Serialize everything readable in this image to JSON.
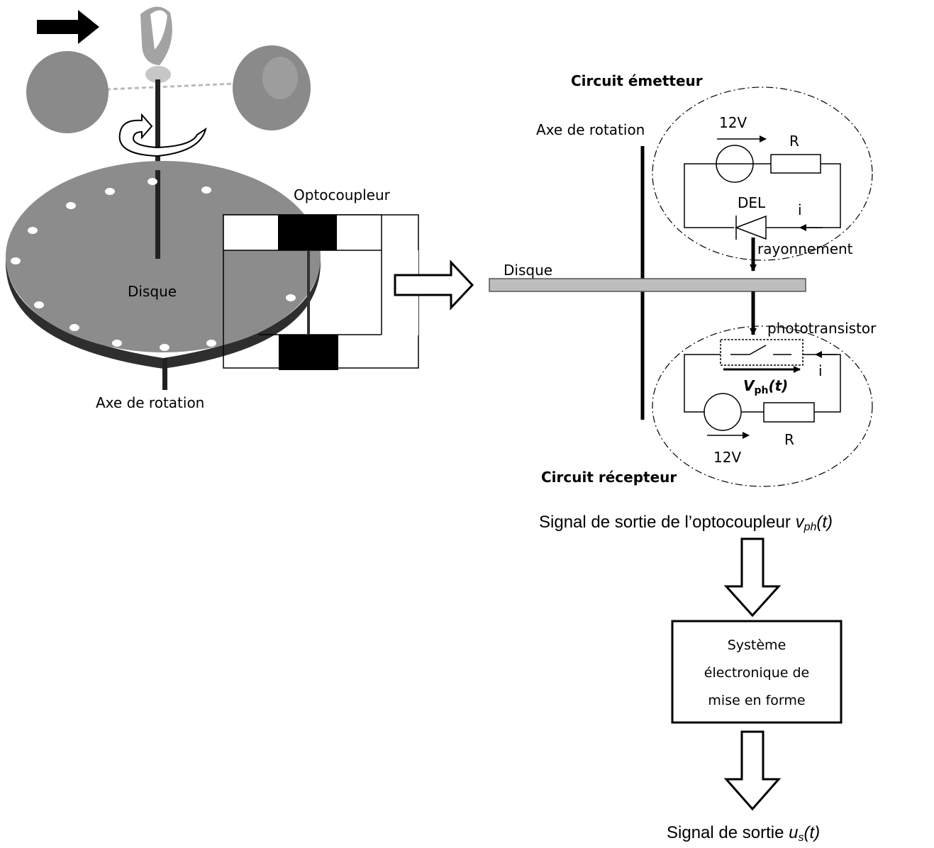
{
  "left": {
    "optocoupler_label": "Optocoupleur",
    "disk_label": "Disque",
    "axis_label": "Axe de rotation"
  },
  "right": {
    "emitter_label": "Circuit émetteur",
    "axis_label": "Axe de rotation",
    "voltage_top": "12V",
    "resistor_top": "R",
    "del_label": "DEL",
    "current_top": "i",
    "radiation_label": "rayonnement",
    "disk_label": "Disque",
    "phototransistor_label": "phototransistor",
    "current_bottom": "i",
    "vph_symbol": "V",
    "vph_subscript": "ph",
    "vph_arg": "(t)",
    "resistor_bottom": "R",
    "voltage_bottom": "12V",
    "receiver_label": "Circuit récepteur"
  },
  "flow": {
    "output_signal_text": "Signal de sortie de l’optocoupleur ",
    "output_signal_symbol": "v",
    "output_signal_sub": "ph",
    "output_signal_arg": "(t)",
    "system_line1": "Système",
    "system_line2": "électronique de",
    "system_line3": "mise en forme",
    "final_text": "Signal de sortie ",
    "final_symbol": "u",
    "final_sub": "s",
    "final_arg": "(t)"
  },
  "colors": {
    "ink": "#000000",
    "cup": "#8a8a8a",
    "disk": "#8c8c8c",
    "disk_rim": "#2e2e2e",
    "bar": "#bdbdbd"
  }
}
